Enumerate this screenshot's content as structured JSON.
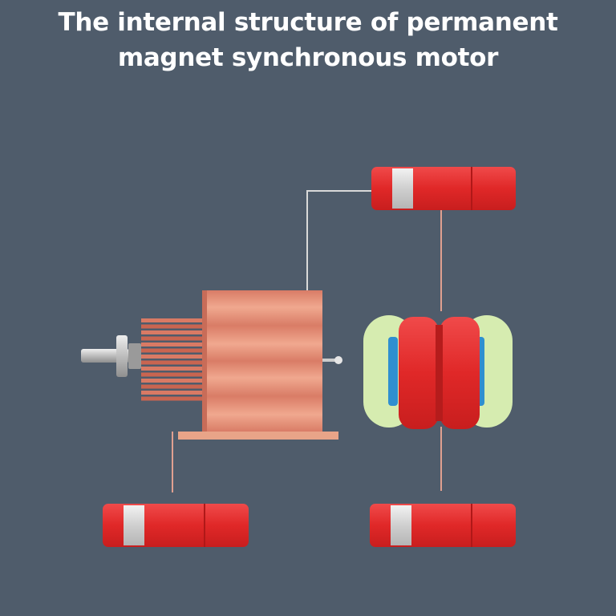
{
  "title": {
    "line1": "The internal structure of permanent",
    "line2": "magnet synchronous motor"
  },
  "colors": {
    "background": "#4f5c6b",
    "motor_body": "#e08a74",
    "magnet_red": "#e52d2d",
    "magnet_silver": "#dcdcdc",
    "stator_ring": "#d6ecb0",
    "winding_blue": "#2f8fd0",
    "wire": "#d9d9d9"
  },
  "components": [
    "motor-housing",
    "shaft",
    "cooling-fins",
    "base-plate",
    "rotor-assembly",
    "magnet-top",
    "magnet-bottom-left",
    "magnet-bottom-right"
  ]
}
